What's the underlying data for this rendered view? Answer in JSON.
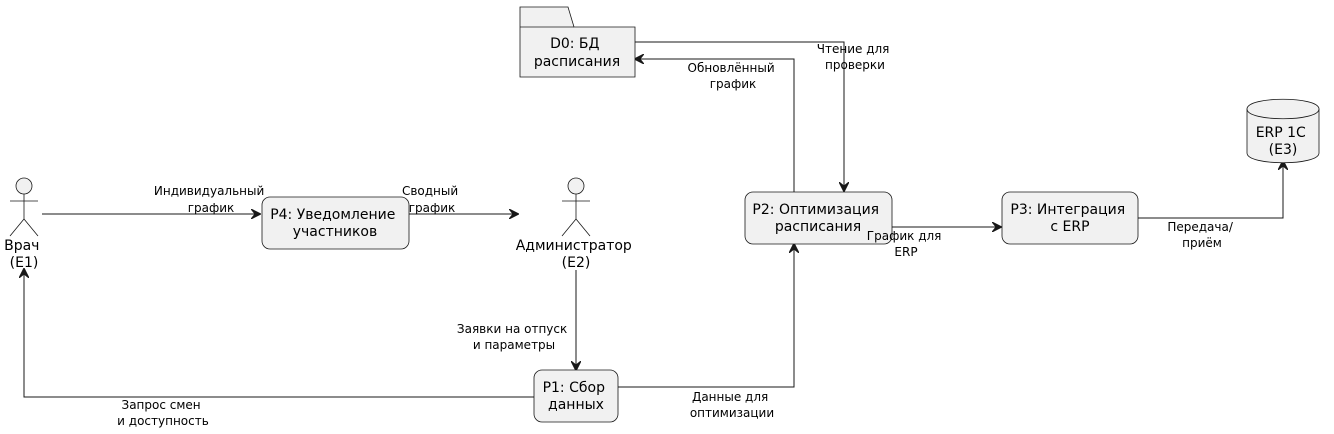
{
  "nodes": {
    "d0": {
      "lines": [
        "D0: БД",
        "расписания"
      ]
    },
    "erp": {
      "lines": [
        "ERP 1C",
        "(E3)"
      ]
    },
    "p1": {
      "lines": [
        "P1: Сбор",
        "данных"
      ]
    },
    "p2": {
      "lines": [
        "P2: Оптимизация",
        "расписания"
      ]
    },
    "p3": {
      "lines": [
        "P3: Интеграция",
        "с ERP"
      ]
    },
    "p4": {
      "lines": [
        "P4: Уведомление",
        "участников"
      ]
    }
  },
  "actors": {
    "doctor": {
      "lines": [
        "Врач",
        "(E1)"
      ]
    },
    "admin": {
      "lines": [
        "Администратор",
        "(E2)"
      ]
    }
  },
  "edges": {
    "doctor_to_p4": {
      "lines": [
        "Индивидуальный",
        "график"
      ]
    },
    "p4_to_admin": {
      "lines": [
        "Сводный",
        "график"
      ]
    },
    "admin_to_p1": {
      "lines": [
        "Заявки на отпуск",
        "и параметры"
      ]
    },
    "p1_to_doctor": {
      "lines": [
        "Запрос смен",
        "и доступность"
      ]
    },
    "p1_to_p2": {
      "lines": [
        "Данные для",
        "оптимизации"
      ]
    },
    "p2_to_d0": {
      "lines": [
        "Обновлённый",
        "график"
      ]
    },
    "d0_to_p2": {
      "lines": [
        "Чтение для",
        "проверки"
      ]
    },
    "p2_to_p3": {
      "lines": [
        "График для",
        "ERP"
      ]
    },
    "p3_to_erp": {
      "lines": [
        "Передача/",
        "приём"
      ]
    }
  }
}
